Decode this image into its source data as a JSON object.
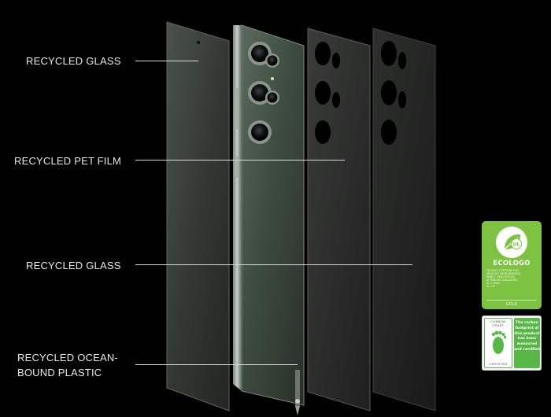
{
  "callouts": {
    "glass_top": "RECYCLED GLASS",
    "pet_film": "RECYCLED PET FILM",
    "glass_bottom": "RECYCLED GLASS",
    "ocean_plastic": "RECYCLED OCEAN-\nBOUND PLASTIC"
  },
  "badges": {
    "ecologo": {
      "mark": "UL",
      "brand": "ECOLOGO",
      "fine_print": "PRODUCT CERTIFIED FOR\nREDUCED ENVIRONMENTAL\nIMPACT. VIEW SPECIFIC\nATTRIBUTES EVALUATED:\nUL.COM/EL\nUL 110",
      "tier": "GOLD",
      "color": "#7dc241"
    },
    "carbon_trust": {
      "title": "CARBON\nTRUST",
      "certified": "CERTIFIED",
      "statement": "The carbon\nfootprint of\nthis product\nhas been\nmeasured\nand certified",
      "color": "#58b847"
    }
  },
  "colors": {
    "background": "#000000",
    "phone_body": "#3e4a40",
    "glass": "#2c302c",
    "label_text": "#e9e9e9"
  },
  "icons": {
    "ecologo_mark": "ul-leaf-icon",
    "carbon_mark": "footprint-icon"
  }
}
